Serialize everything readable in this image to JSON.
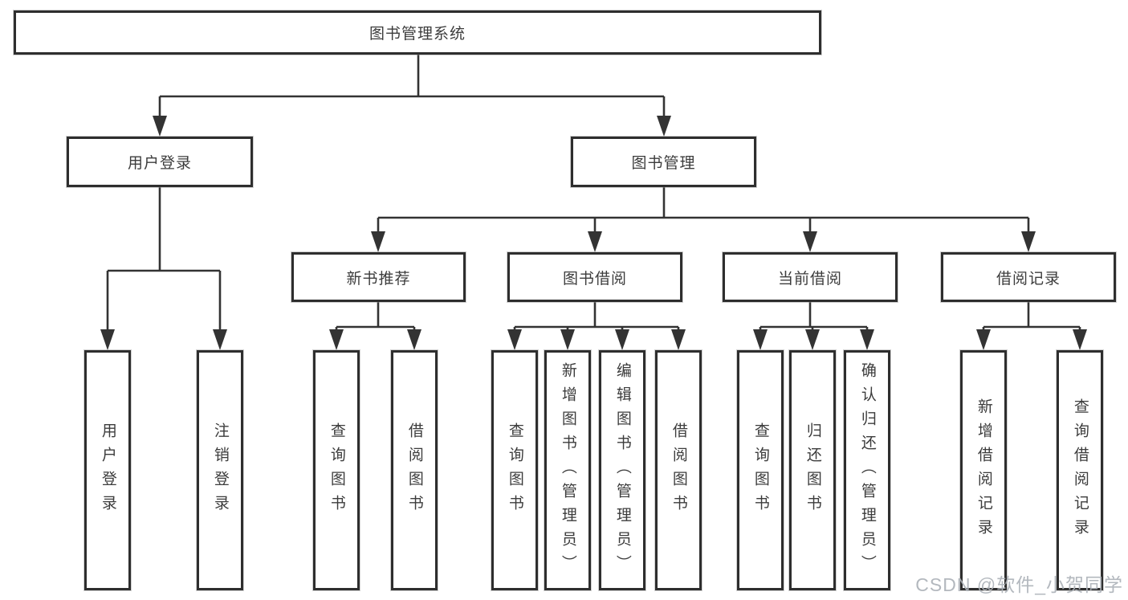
{
  "diagram": {
    "root": {
      "label": "图书管理系统"
    },
    "branches": [
      {
        "label": "用户登录",
        "children": [
          {
            "label": "用户登录"
          },
          {
            "label": "注销登录"
          }
        ]
      },
      {
        "label": "图书管理",
        "children": [
          {
            "label": "新书推荐",
            "children": [
              {
                "label": "查询图书"
              },
              {
                "label": "借阅图书"
              }
            ]
          },
          {
            "label": "图书借阅",
            "children": [
              {
                "label": "查询图书"
              },
              {
                "label": "新增图书（管理员）"
              },
              {
                "label": "编辑图书（管理员）"
              },
              {
                "label": "借阅图书"
              }
            ]
          },
          {
            "label": "当前借阅",
            "children": [
              {
                "label": "查询图书"
              },
              {
                "label": "归还图书"
              },
              {
                "label": "确认归还（管理员）"
              }
            ]
          },
          {
            "label": "借阅记录",
            "children": [
              {
                "label": "新增借阅记录"
              },
              {
                "label": "查询借阅记录"
              }
            ]
          }
        ]
      }
    ]
  },
  "watermark": "CSDN @软件_小贺同学",
  "colors": {
    "line": "#333333",
    "box_border": "#2e2e2e",
    "text": "#3c3c3c",
    "watermark": "#acb2b8",
    "background": "#ffffff"
  }
}
